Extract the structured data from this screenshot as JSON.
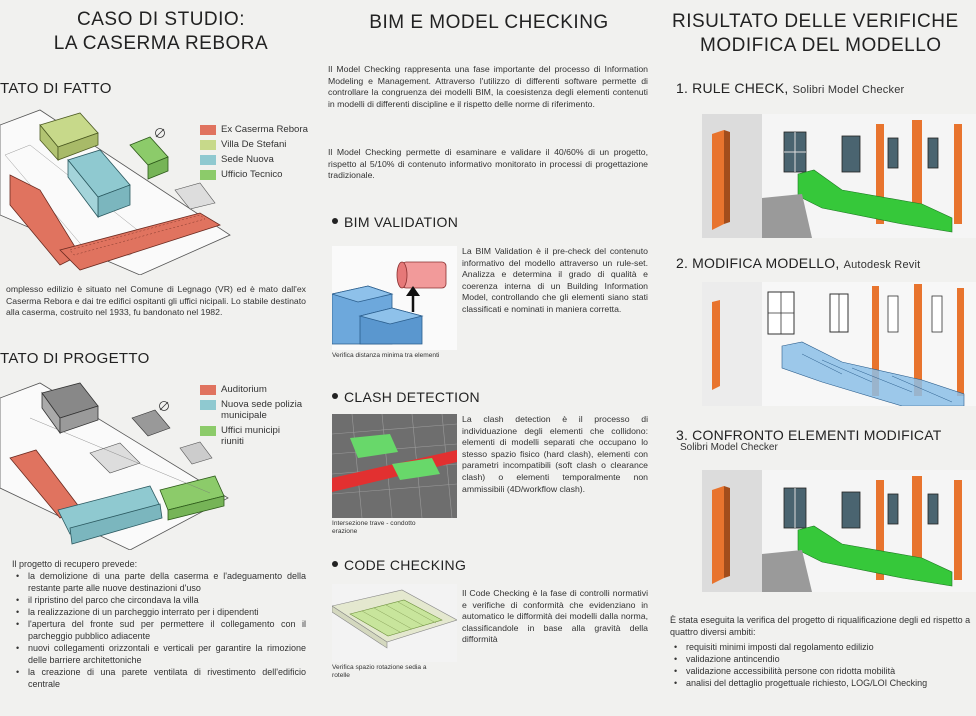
{
  "col1": {
    "title_line1": "CASO DI STUDIO:",
    "title_line2": "LA CASERMA REBORA",
    "section1_title": "TATO DI FATTO",
    "legend1": [
      {
        "label": "Ex Caserma Rebora",
        "color": "#e0735f"
      },
      {
        "label": "Villa De Stefani",
        "color": "#c7d98a"
      },
      {
        "label": "Sede Nuova",
        "color": "#8fc9d0"
      },
      {
        "label": "Ufficio Tecnico",
        "color": "#8ccb6a"
      }
    ],
    "paragraph1": "omplesso edilizio è situato nel Comune di Legnago (VR) ed è mato dall'ex Caserma Rebora e dai tre edifici ospitanti gli uffici nicipali. Lo stabile destinato alla caserma, costruito nel 1933, fu bandonato nel 1982.",
    "section2_title": "TATO DI PROGETTO",
    "legend2": [
      {
        "label": "Auditorium",
        "color": "#e0735f"
      },
      {
        "label": "Nuova sede polizia municipale",
        "color": "#8fc9d0"
      },
      {
        "label": "Uffici municipi riuniti",
        "color": "#8ccb6a"
      }
    ],
    "list_intro": "Il progetto di recupero prevede:",
    "list": [
      "la demolizione di una parte della caserma e l'adeguamento della restante parte alle nuove destinazioni d'uso",
      "il ripristino del parco che circondava la villa",
      "la realizzazione di un parcheggio interrato per i dipendenti",
      "l'apertura del fronte sud per permettere il collegamento con il parcheggio pubblico adiacente",
      "nuovi collegamenti orizzontali e verticali per garantire la rimozione delle barriere architettoniche",
      "la creazione di una parete ventilata di rivestimento dell'edificio centrale"
    ]
  },
  "col2": {
    "title": "BIM E MODEL CHECKING",
    "intro1": "Il Model Checking rappresenta una fase importante del processo di Information Modeling e Management. Attraverso l'utilizzo di differenti software permette di controllare la congruenza dei modelli BIM, la coesistenza degli elementi contenuti in modelli di differenti discipline e il rispetto delle norme di riferimento.",
    "intro2": "Il Model Checking permette di esaminare e validare il 40/60% di un progetto, rispetto al 5/10% di contenuto informativo monitorato in processi di progettazione tradizionale.",
    "validation_title": "BIM VALIDATION",
    "validation_text": "La BIM Validation è il pre-check del contenuto informativo del modello attraverso un rule-set. Analizza e determina il grado di qualità e coerenza interna di un Building Information Model, controllando che gli elementi siano stati classificati e nominati in maniera corretta.",
    "validation_caption": "Verifica distanza minima tra elementi",
    "clash_title": "CLASH DETECTION",
    "clash_text": "La clash detection è il processo di individuazione degli elementi che collidono: elementi di modelli separati che occupano lo stesso spazio fisico (hard clash), elementi con parametri incompatibili (soft clash o clearance clash) o elementi temporalmente non ammissibili (4D/workflow clash).",
    "clash_caption": "Intersezione trave - condotto erazione",
    "code_title": "CODE CHECKING",
    "code_text": "Il Code Checking è la fase di controlli normativi e verifiche di conformità che evidenziano in automatico le difformità dei modelli dalla norma, classificandole in base alla gravità della difformità",
    "code_caption": "Verifica spazio rotazione sedia a rotelle"
  },
  "col3": {
    "title_line1": "RISULTATO DELLE VERIFICHE",
    "title_line2": "MODIFICA DEL MODELLO",
    "step1": "1. RULE CHECK,",
    "step1_sub": "Solibri Model Checker",
    "step2": "2. MODIFICA MODELLO,",
    "step2_sub": "Autodesk Revit",
    "step3": "3. CONFRONTO ELEMENTI MODIFICAT",
    "step3_sub": "Solibri Model Checker",
    "summary": "È stata eseguita la verifica del progetto di riqualificazione degli ed rispetto a quattro diversi ambiti:",
    "list": [
      "requisiti minimi imposti dal regolamento edilizio",
      "validazione antincendio",
      "validazione accessibilità persone con ridotta mobilità",
      "analisi del dettaglio progettuale richiesto, LOG/LOI Checking"
    ]
  }
}
